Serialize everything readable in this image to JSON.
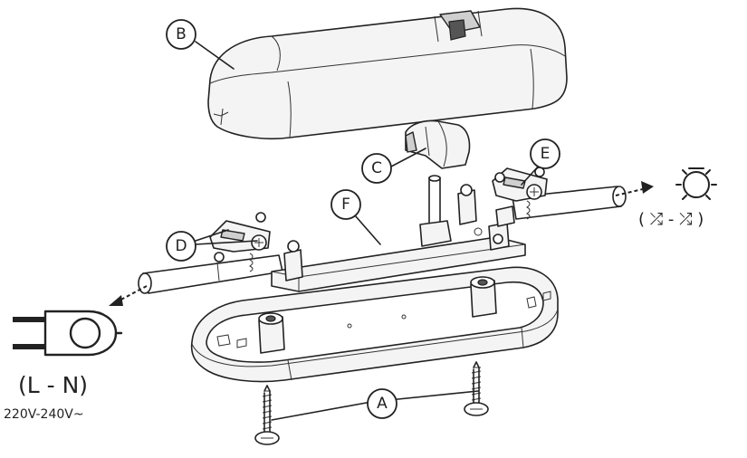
{
  "callouts": {
    "A": "A",
    "B": "B",
    "C": "C",
    "D": "D",
    "E": "E",
    "F": "F"
  },
  "input": {
    "polarity": "(L - N)",
    "voltage": "220V-240V~"
  },
  "output": {
    "polarity": "( ⤮ - ⤮ )"
  },
  "icons": {
    "plug": "mains-plug-icon",
    "lamp": "lamp-icon"
  }
}
